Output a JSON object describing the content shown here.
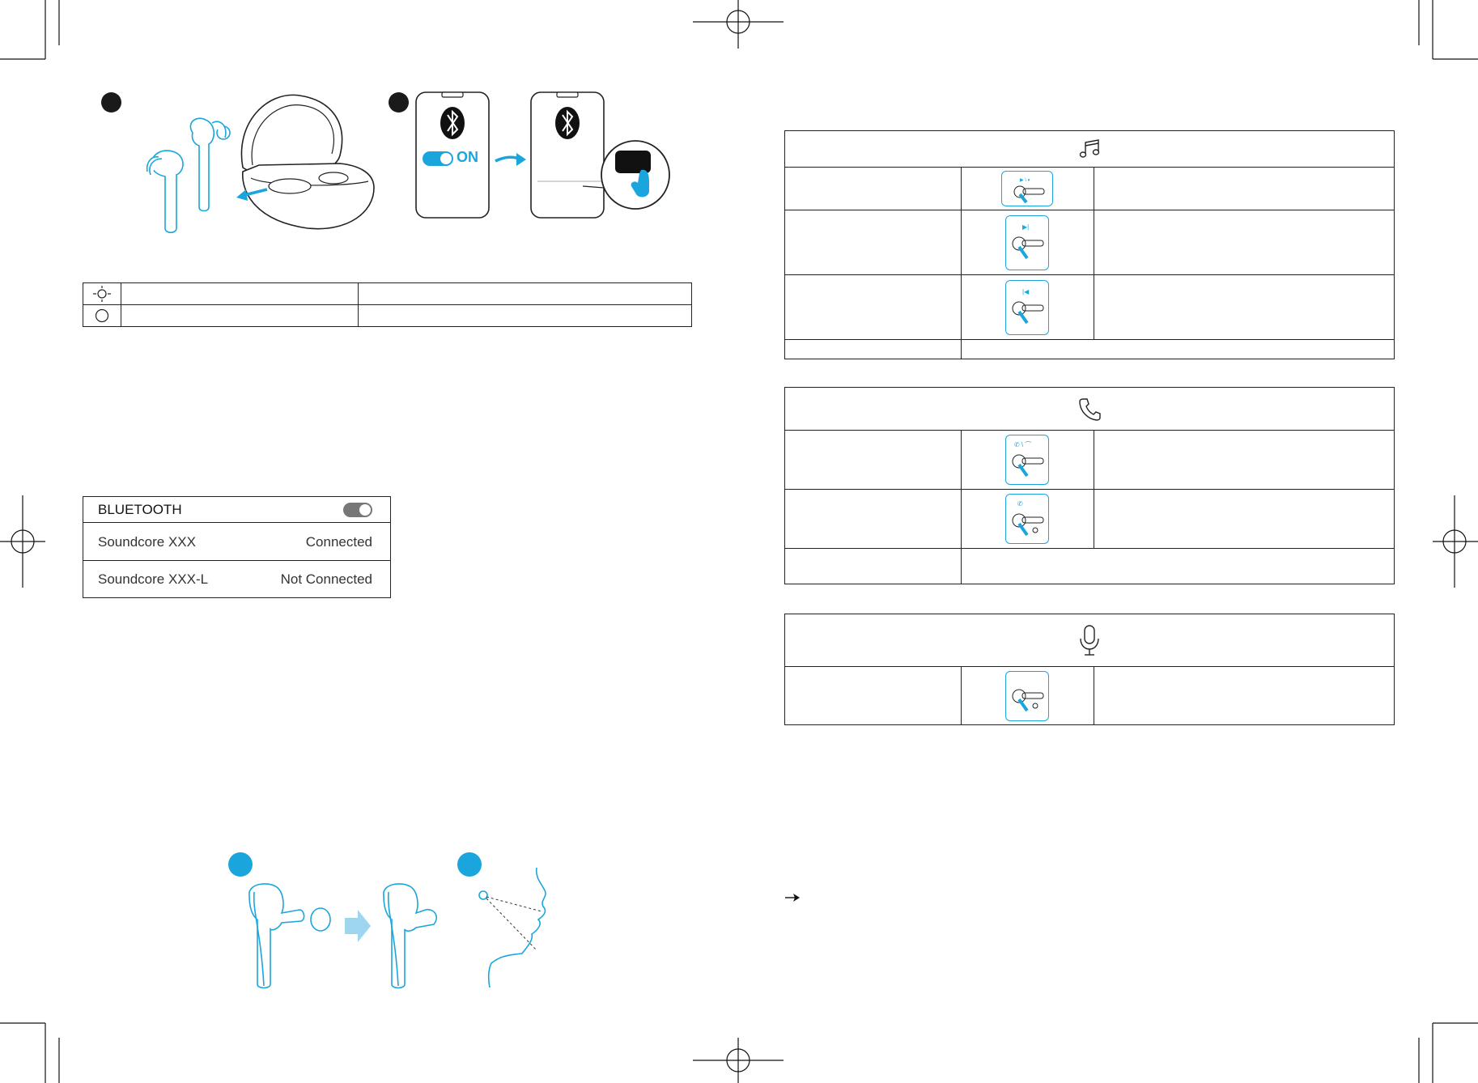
{
  "page": {
    "bluetooth_switch_label": "ON",
    "accent_color": "#1aa6dc",
    "step_badge_color": "#1aa6dc",
    "step_badge_dark": "#1a1a1a"
  },
  "bluetooth_list": {
    "header": "BLUETOOTH",
    "toggle_state": "on",
    "devices": [
      {
        "name": "Soundcore XXX",
        "status": "Connected"
      },
      {
        "name": "Soundcore XXX-L",
        "status": "Not Connected"
      }
    ]
  },
  "led_table": {
    "rows": [
      {
        "icon": "led-blinking-icon"
      },
      {
        "icon": "led-off-icon"
      }
    ]
  },
  "control_tables": [
    {
      "section_icon": "music-note-icon",
      "rows": 4
    },
    {
      "section_icon": "phone-icon",
      "rows": 3
    },
    {
      "section_icon": "microphone-icon",
      "rows": 1
    }
  ],
  "note_arrow_icon": "arrow-right-icon"
}
